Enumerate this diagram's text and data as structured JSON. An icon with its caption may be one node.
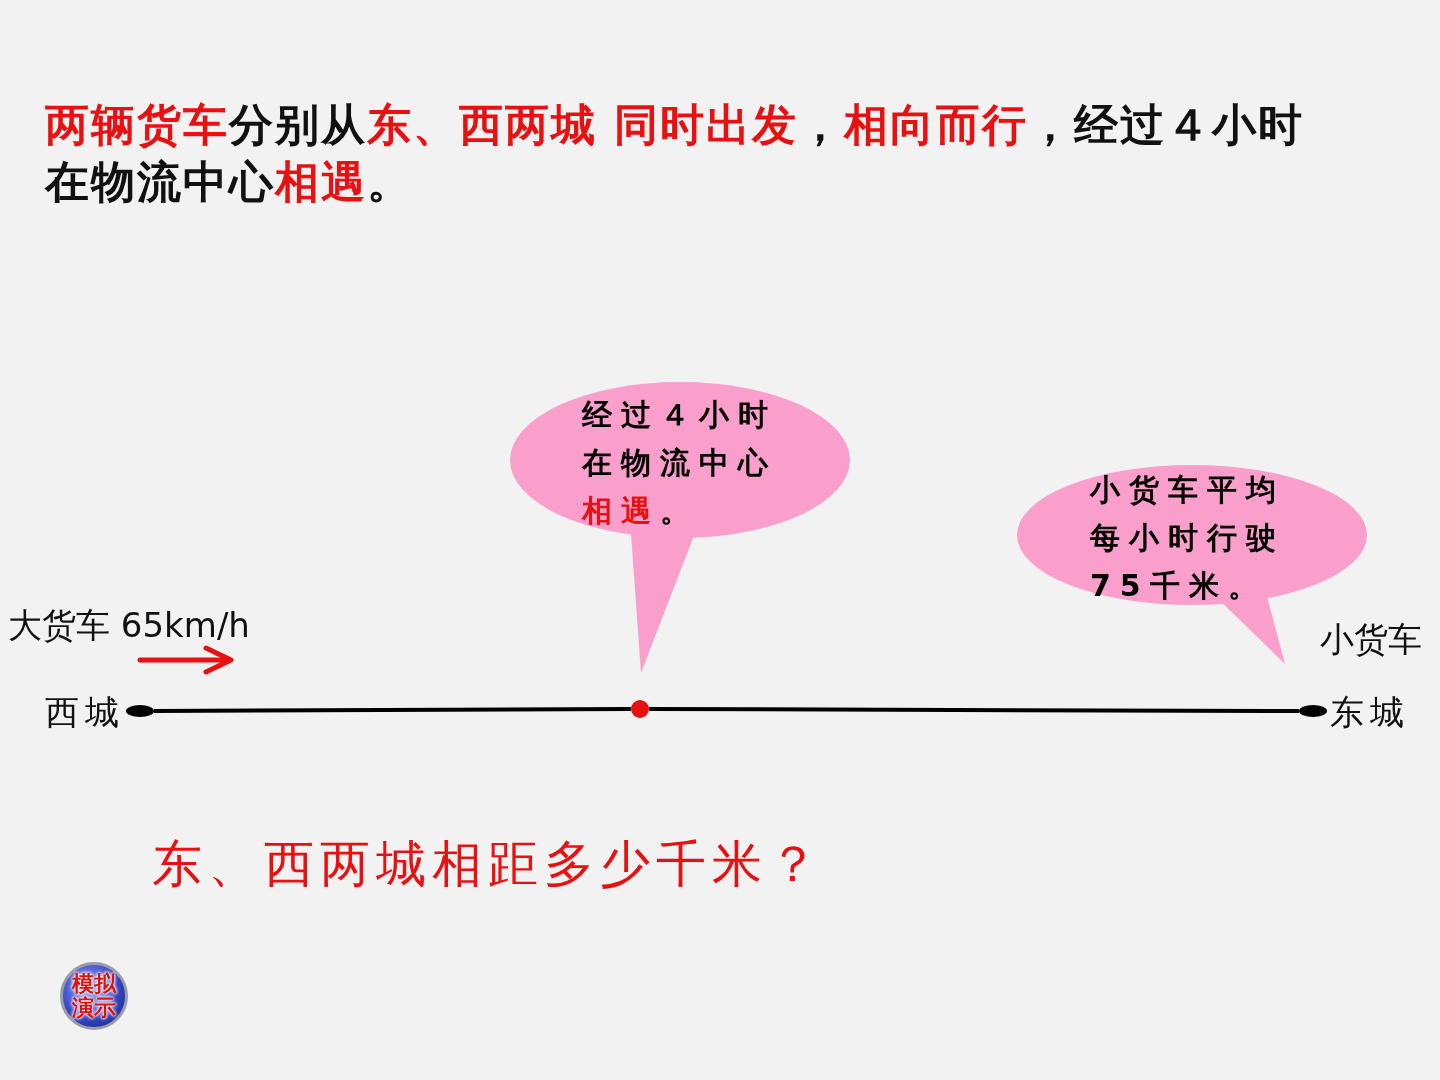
{
  "diagram": {
    "title": "**两辆货车**分别从**东、西两城 同时出发**，**相向而行**，经过４小时在物流中心**相遇**。",
    "nodes": [
      {
        "text": [
          "经过４小时在物流中心**相遇**。"
        ]
      },
      {
        "text": [
          "小货车平均每小时行驶75千米。"
        ]
      },
      {
        "text": [],
        "shape": "circle",
        "beside": [
          "西城"
        ]
      },
      {
        "text": [],
        "shape": "circle"
      },
      {
        "text": [],
        "shape": "circle",
        "beside": [
          "东城"
        ]
      },
      {
        "text": [
          "模拟演示"
        ]
      }
    ],
    "edges": [
      {
        "from": 2,
        "to": 3,
        "arrow": "none"
      },
      {
        "from": 3,
        "to": 4,
        "arrow": "none"
      }
    ],
    "labels": [
      "大货车 65km/h",
      "小货车",
      "东、西两城相距多少千米？"
    ]
  }
}
